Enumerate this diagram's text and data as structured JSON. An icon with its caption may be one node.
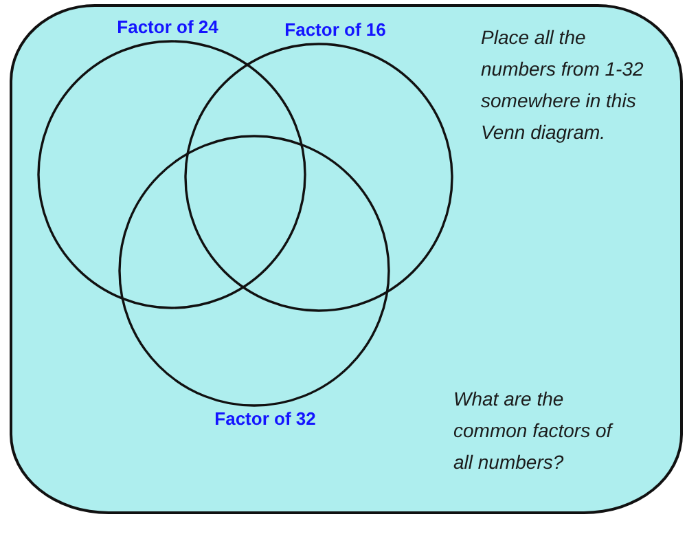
{
  "diagram": {
    "nodes": [
      {
        "text": [
          "Place all the numbers from 1-32 somewhere in this Venn diagram.",
          "What are the common factors of all numbers?"
        ]
      },
      {
        "text": [
          "Factor of 24"
        ],
        "in": 0
      },
      {
        "text": [
          "Factor of 16"
        ],
        "in": 0
      },
      {
        "text": [
          "Factor of 32"
        ],
        "in": 0
      }
    ]
  }
}
